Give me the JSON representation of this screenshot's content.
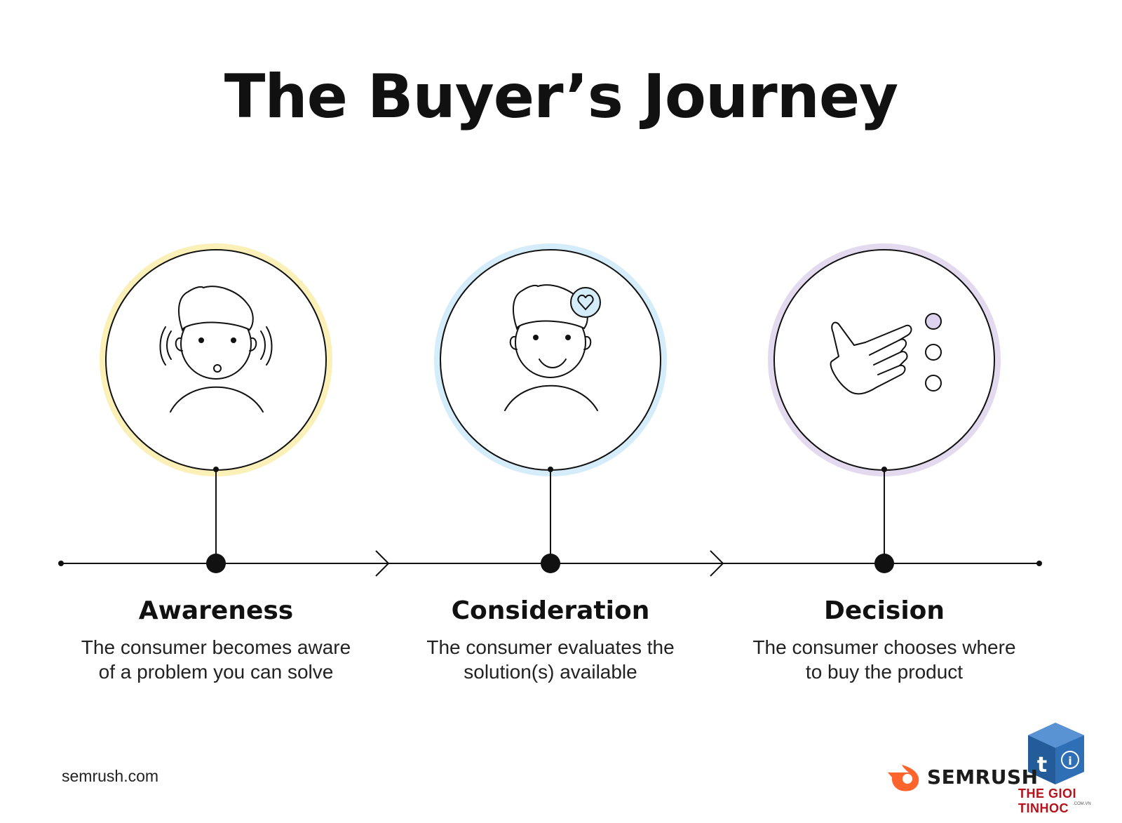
{
  "title": "The Buyer’s Journey",
  "stages": [
    {
      "name": "Awareness",
      "description": "The consumer becomes aware of a problem you can solve",
      "ring_color": "#faf0b8"
    },
    {
      "name": "Consideration",
      "description": "The consumer evaluates the solution(s) available",
      "ring_color": "#d5ecfa"
    },
    {
      "name": "Decision",
      "description": "The consumer chooses where to buy the product",
      "ring_color": "#e3daf0"
    }
  ],
  "icons": {
    "awareness": "surprised-person-icon",
    "consideration": "smiling-person-heart-icon",
    "decision": "hand-pointing-options-icon"
  },
  "colors": {
    "line": "#111111",
    "option_fill": "#ddd3ee",
    "brand_orange": "#ff642d"
  },
  "footer": {
    "url": "semrush.com",
    "brand": "SEMRUSH"
  },
  "watermark": {
    "text": "THE GIOI TINHOC",
    "sub": ".COM.VN"
  }
}
